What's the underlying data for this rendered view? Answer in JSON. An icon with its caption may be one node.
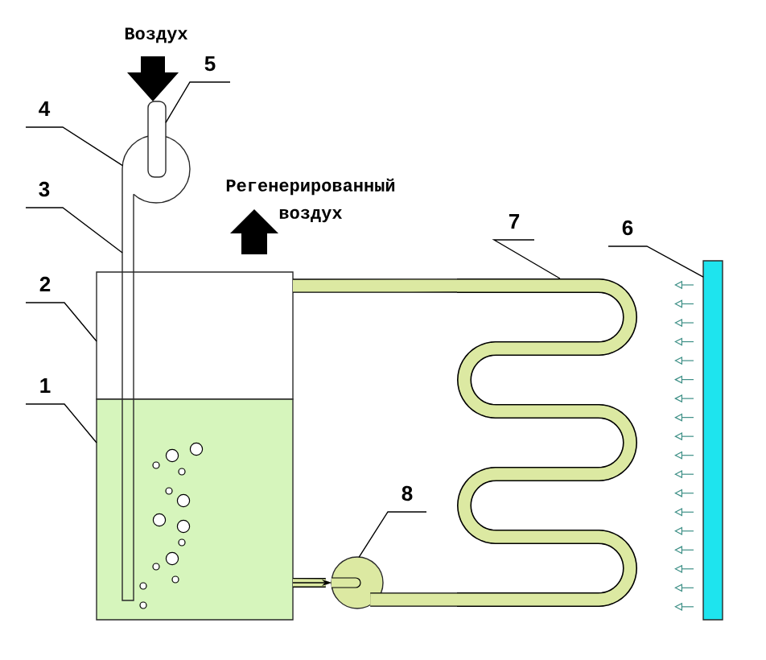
{
  "diagram": {
    "nodes": [
      {
        "text": [
          "5"
        ]
      },
      {
        "text": [
          "4"
        ]
      },
      {
        "text": [
          "3"
        ]
      },
      {
        "text": [
          "7"
        ]
      },
      {
        "text": [
          "6"
        ]
      },
      {
        "text": [
          "2"
        ]
      },
      {
        "text": [
          "1"
        ]
      },
      {
        "text": [
          "8"
        ]
      },
      {
        "text": [],
        "shape": "bar"
      },
      {
        "text": [],
        "shape": "circle"
      },
      {
        "text": [],
        "shape": "bar"
      },
      {
        "text": [],
        "shape": "coil"
      },
      {
        "text": [],
        "shape": "bar"
      },
      {
        "text": [],
        "shape": "box"
      },
      {
        "text": [],
        "shape": "box"
      },
      {
        "text": [],
        "shape": "circle"
      }
    ],
    "edges": [
      {
        "from": 0,
        "to": 8,
        "arrow": "none"
      },
      {
        "from": 1,
        "to": 9,
        "arrow": "none"
      },
      {
        "from": 2,
        "to": 10,
        "arrow": "none"
      },
      {
        "from": 3,
        "to": 11,
        "arrow": "none"
      },
      {
        "from": 4,
        "to": 12,
        "arrow": "none"
      },
      {
        "from": 5,
        "to": 13,
        "arrow": "none"
      },
      {
        "from": 6,
        "to": 14,
        "arrow": "none"
      },
      {
        "from": 7,
        "to": 15,
        "arrow": "none"
      },
      {
        "from": 14,
        "to": 15,
        "arrow": "to",
        "style": "thick"
      },
      {
        "from": 15,
        "to": 11,
        "arrow": "none",
        "style": "thick"
      },
      {
        "from": 11,
        "to": 13,
        "arrow": "none",
        "style": "thick"
      }
    ],
    "labels": [
      "Воздух",
      "Регенерированный воздух"
    ]
  }
}
